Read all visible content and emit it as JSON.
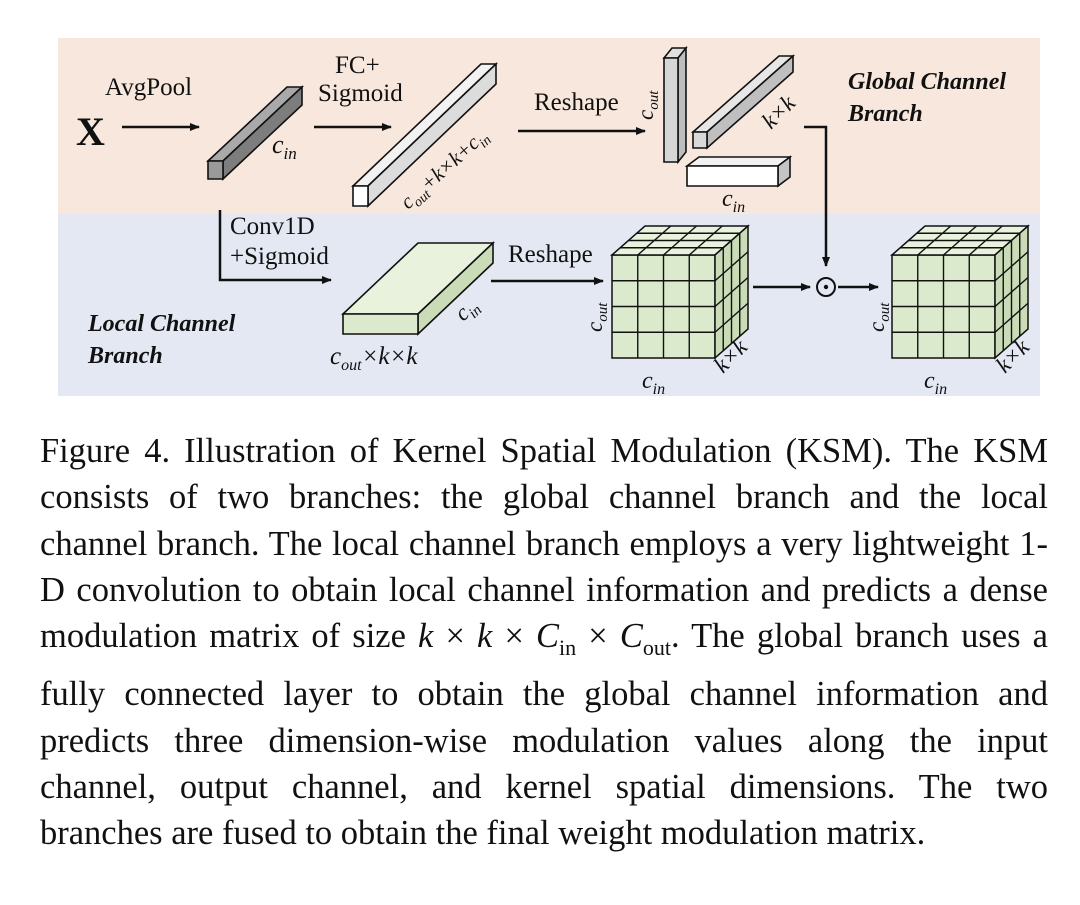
{
  "figure": {
    "input_symbol": "X",
    "avgpool_label": "AvgPool",
    "fc_label_line1": "FC+",
    "fc_label_line2": "Sigmoid",
    "reshape_top_label": "Reshape",
    "global_branch_line1": "Global Channel",
    "global_branch_line2": "Branch",
    "conv_label_line1": "Conv1D",
    "conv_label_line2": "+Sigmoid",
    "reshape_bottom_label": "Reshape",
    "local_branch_line1": "Local Channel",
    "local_branch_line2": "Branch",
    "fuse_symbol": "⊙",
    "dim_c_in": {
      "base": "c",
      "sub": "in"
    },
    "dim_c_out": {
      "base": "c",
      "sub": "out"
    },
    "dim_kxk": "k×k",
    "dim_fc_vector": {
      "p1": "c",
      "s1": "out",
      "p2": "+k×k+c",
      "s2": "in"
    },
    "dim_local_vector": {
      "p1": "c",
      "s1": "out",
      "p2": "×k×k"
    },
    "colors": {
      "global_band": "#f8e7dc",
      "local_band": "#e4e8f3",
      "cube_fill": "#dbe9cc",
      "cube_top": "#e8f2dc",
      "cube_side": "#c9dcb7",
      "grey_box": "#8d8d8d",
      "light_grey_box": "#cfcfcf"
    }
  },
  "caption": {
    "lead": "Figure 4.  Illustration of Kernel Spatial Modulation (KSM). The KSM consists of two branches: the global channel branch and the local channel branch.  The local channel branch employs a very lightweight 1-D convolution to obtain local channel information and predicts a dense modulation matrix of size ",
    "math_k1": "k",
    "times1": " × ",
    "math_k2": "k",
    "times2": " × ",
    "math_c_base": "C",
    "math_c_in_sub": "in",
    "times3": " × ",
    "math_c_base2": "C",
    "math_c_out_sub": "out",
    "tail": ".  The global branch uses a fully connected layer to obtain the global channel information and predicts three dimension-wise modulation values along the input channel, output channel, and kernel spatial dimensions.  The two branches are fused to obtain the final weight modulation matrix."
  }
}
